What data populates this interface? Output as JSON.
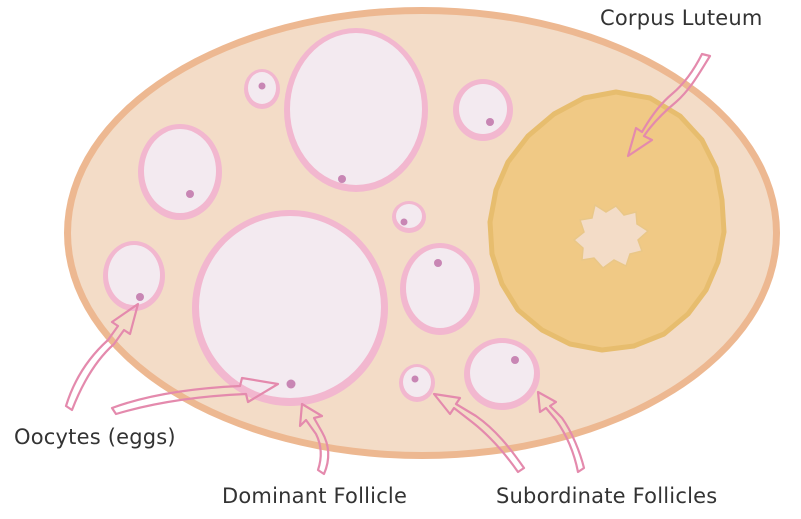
{
  "labels": {
    "corpus_luteum": "Corpus Luteum",
    "oocytes": "Oocytes (eggs)",
    "dominant_follicle": "Dominant Follicle",
    "subordinate_follicles": "Subordinate Follicles"
  },
  "colors": {
    "ovary_fill": "#f3dcc7",
    "ovary_border": "#edb891",
    "follicle_fill": "#f3eaf0",
    "follicle_border": "#f2b7cf",
    "oocyte": "#c886b4",
    "corpus_luteum": "#efc77e",
    "arrow_stroke": "#e48aad",
    "label_text": "#333333"
  }
}
